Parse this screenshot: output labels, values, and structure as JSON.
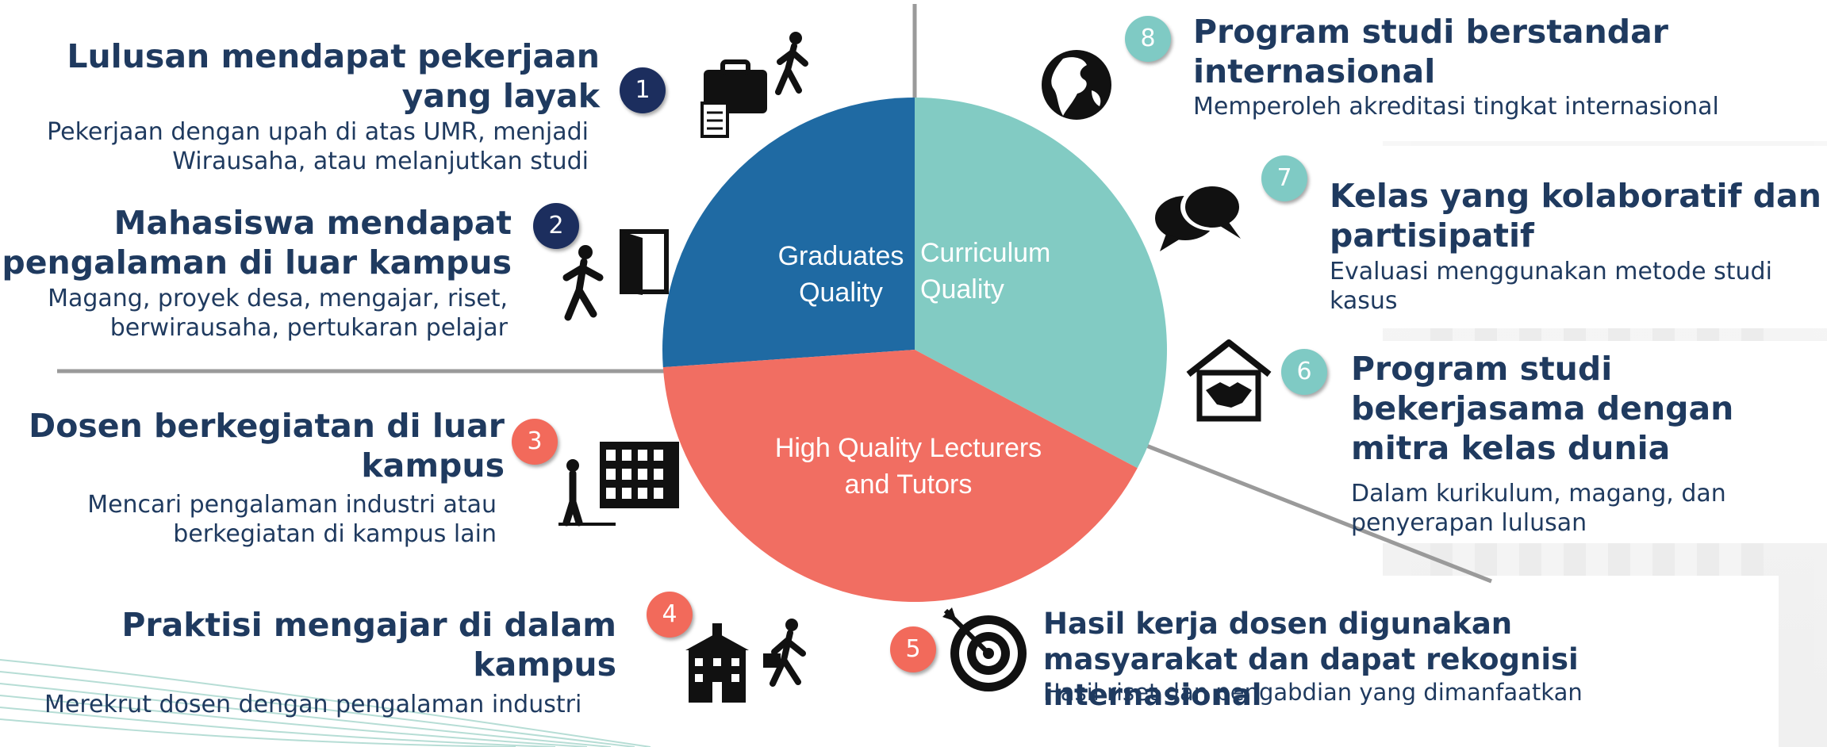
{
  "pie": {
    "graduates": "Graduates\nQuality",
    "curriculum": "Curriculum\nQuality",
    "lecturers": "High Quality Lecturers\nand Tutors",
    "colors": {
      "graduates": "#1f6aa3",
      "curriculum": "#82cbc3",
      "lecturers": "#f16e62"
    }
  },
  "items": [
    {
      "num": "1",
      "title": "Lulusan mendapat pekerjaan\nyang layak",
      "desc": "Pekerjaan dengan upah di atas UMR, menjadi\nWirausaha, atau melanjutkan studi",
      "icon": "briefcase-walker-icon"
    },
    {
      "num": "2",
      "title": "Mahasiswa mendapat\npengalaman di luar kampus",
      "desc": "Magang, proyek desa, mengajar, riset,\nberwirausaha, pertukaran pelajar",
      "icon": "person-exit-door-icon"
    },
    {
      "num": "3",
      "title": "Dosen berkegiatan di luar\nkampus",
      "desc": "Mencari pengalaman industri atau\nberkegiatan di kampus lain",
      "icon": "person-building-icon"
    },
    {
      "num": "4",
      "title": "Praktisi mengajar di dalam\nkampus",
      "desc": "Merekrut dosen dengan pengalaman industri",
      "icon": "school-walker-icon"
    },
    {
      "num": "5",
      "title": "Hasil kerja dosen digunakan\nmasyarakat dan dapat rekognisi internasional",
      "desc": "Hasil riset dan pengabdian yang dimanfaatkan",
      "icon": "target-icon"
    },
    {
      "num": "6",
      "title": "Program studi\nbekerjasama dengan\nmitra kelas dunia",
      "desc": "Dalam kurikulum, magang, dan\npenyerapan lulusan",
      "icon": "handshake-house-icon"
    },
    {
      "num": "7",
      "title": "Kelas yang kolaboratif dan\npartisipatif",
      "desc": "Evaluasi menggunakan metode studi\nkasus",
      "icon": "chat-bubbles-icon"
    },
    {
      "num": "8",
      "title": "Program studi berstandar\ninternasional",
      "desc": "Memperoleh akreditasi tingkat internasional",
      "icon": "globe-icon"
    }
  ],
  "colors": {
    "navy": "#1c2e5e",
    "coral": "#f26a5b",
    "teal": "#7fcac4",
    "text": "#1f3a5f"
  }
}
